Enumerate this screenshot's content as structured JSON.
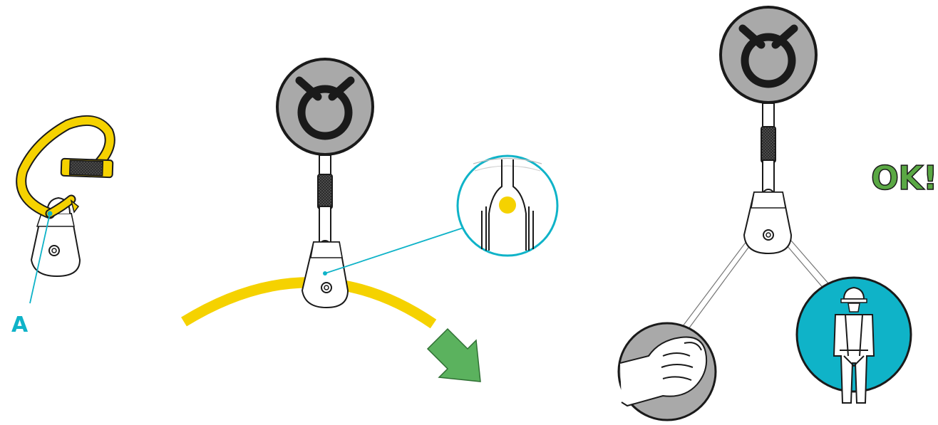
{
  "colors": {
    "accent_cyan": "#0fb3c8",
    "rope_yellow": "#f5d200",
    "arrow_green": "#5bb25e",
    "ok_green": "#5aa844",
    "device_gray": "#a9a9a9",
    "dark": "#1a1a1a"
  },
  "figures": {
    "left": {
      "callout_label": "A"
    },
    "middle": {
      "direction": "down-right"
    },
    "right": {
      "status_text": "OK!"
    }
  },
  "icons": [
    "carabiner-icon",
    "pulley-icon",
    "rope-grab-device-icon",
    "arrow-icon",
    "hand-icon",
    "worker-harness-icon",
    "detail-magnifier-icon"
  ]
}
